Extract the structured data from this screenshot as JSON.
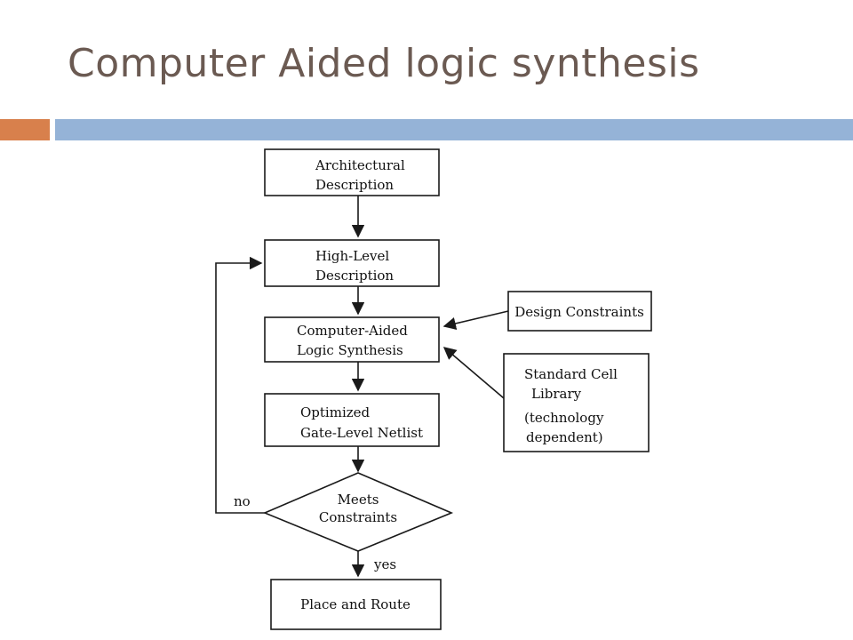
{
  "slide": {
    "title": "Computer Aided logic synthesis",
    "colors": {
      "title": "#6b5a52",
      "accent_bar": "#d8804c",
      "title_rule": "#95b3d7"
    }
  },
  "flowchart": {
    "architectural": {
      "line1": "Architectural",
      "line2": "Description"
    },
    "high_level": {
      "line1": "High-Level",
      "line2": "Description"
    },
    "synthesis": {
      "line1": "Computer-Aided",
      "line2": "Logic Synthesis"
    },
    "netlist": {
      "line1": "Optimized",
      "line2": "Gate-Level Netlist"
    },
    "decision": {
      "line1": "Meets",
      "line2": "Constraints"
    },
    "place_route": {
      "label": "Place and Route"
    },
    "design_constraints": {
      "label": "Design Constraints"
    },
    "cell_library": {
      "line1": "Standard Cell",
      "line2": "Library",
      "line3": "(technology",
      "line4": "dependent)"
    },
    "no_label": "no",
    "yes_label": "yes"
  }
}
